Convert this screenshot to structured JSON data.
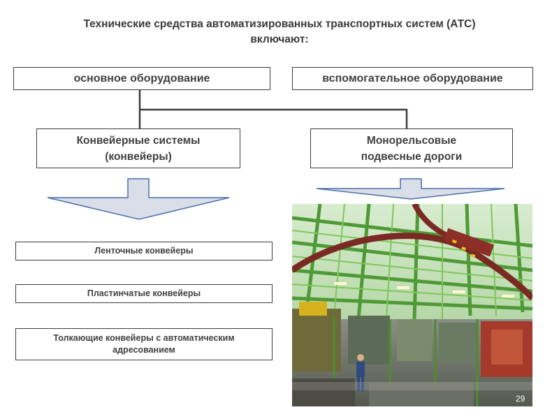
{
  "title": {
    "line1": "Технические средства автоматизированных транспортных систем (АТС)",
    "line2": "включают:"
  },
  "top": {
    "main": "основное оборудование",
    "aux": "вспомогательное оборудование"
  },
  "mid": {
    "conveyor_line1": "Конвейерные системы",
    "conveyor_line2": "(конвейеры)",
    "monorail_line1": "Монорельсовые",
    "monorail_line2": "подвесные дороги"
  },
  "conveyor_types": {
    "belt": "Ленточные конвейеры",
    "plate": "Пластинчатые конвейеры",
    "push_line1": "Толкающие конвейеры с автоматическим",
    "push_line2": "адресованием"
  },
  "photo": {
    "page_number": "29"
  },
  "colors": {
    "arrow_fill": "#d9dee8",
    "arrow_stroke": "#4a6fa8",
    "photo_green": "#6bb24a",
    "photo_rail": "#7a2a22"
  }
}
